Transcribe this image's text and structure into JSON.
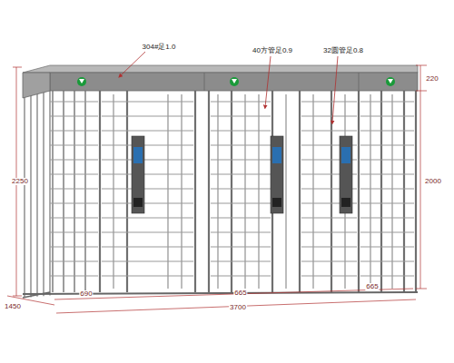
{
  "diagram": {
    "labels": [
      "304#足1.0",
      "40方管足0.9",
      "32圆管足0.8",
      "220",
      "2250",
      "2000",
      "1450",
      "690",
      "665",
      "665",
      "3700"
    ]
  }
}
